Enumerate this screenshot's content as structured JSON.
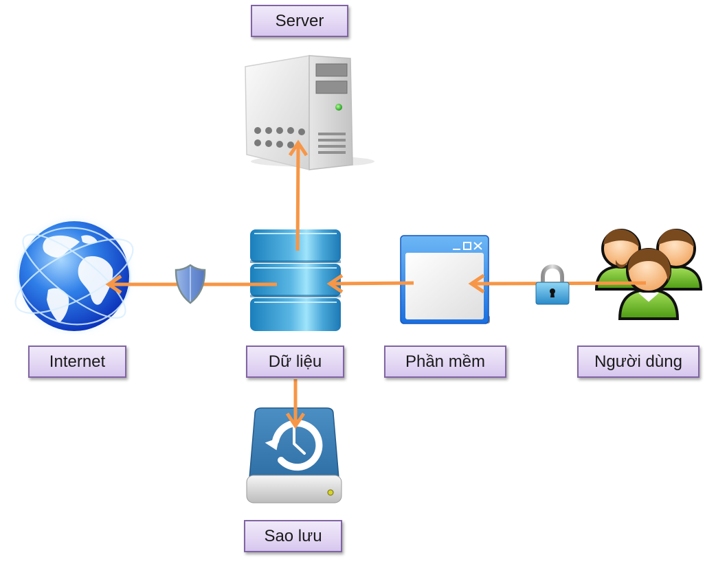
{
  "diagram": {
    "accent_arrow_color": "#f79646",
    "label_border_color": "#8064a2",
    "nodes": {
      "server": {
        "label": "Server",
        "icon": "server-tower-icon"
      },
      "internet": {
        "label": "Internet",
        "icon": "globe-icon"
      },
      "data": {
        "label": "Dữ liệu",
        "icon": "database-icon"
      },
      "software": {
        "label": "Phần mềm",
        "icon": "application-window-icon"
      },
      "users": {
        "label": "Người dùng",
        "icon": "users-group-icon"
      },
      "backup": {
        "label": "Sao lưu",
        "icon": "backup-drive-icon"
      }
    },
    "connectors": [
      {
        "from": "Người dùng",
        "to": "Phần mềm",
        "badge": "lock-icon"
      },
      {
        "from": "Phần mềm",
        "to": "Dữ liệu"
      },
      {
        "from": "Dữ liệu",
        "to": "Internet",
        "badge": "shield-icon"
      },
      {
        "from": "Dữ liệu",
        "to": "Server"
      },
      {
        "from": "Dữ liệu",
        "to": "Sao lưu"
      }
    ]
  }
}
